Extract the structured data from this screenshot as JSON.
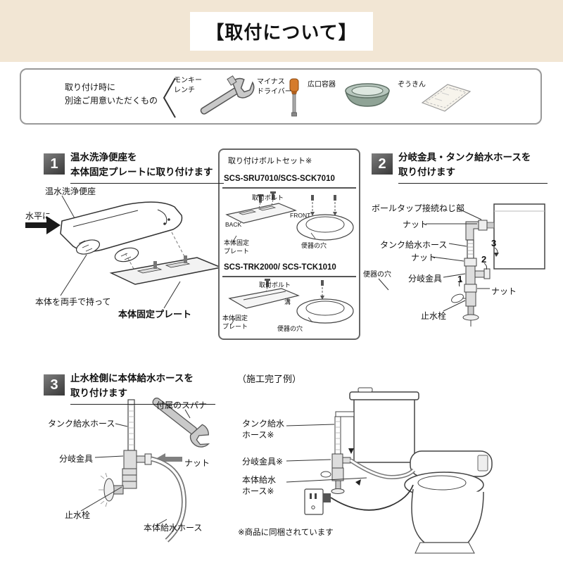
{
  "header": {
    "title": "【取付について】"
  },
  "tools": {
    "intro": "取り付け時に\n別途ご用意いただくもの",
    "items": [
      {
        "label": "モンキー\nレンチ"
      },
      {
        "label": "マイナス\nドライバー"
      },
      {
        "label": "広口容器"
      },
      {
        "label": "ぞうきん"
      }
    ]
  },
  "steps": {
    "step1": {
      "number": "1",
      "title": "温水洗浄便座を\n本体固定プレートに取り付けます",
      "labels": {
        "seat": "温水洗浄便座",
        "level": "水平に",
        "hold": "本体を両手で持って",
        "plate": "本体固定プレート"
      },
      "bolt_box": {
        "title": "取り付けボルトセット※",
        "set1": {
          "model": "SCS-SRU7010/SCS-SCK7010",
          "bolt": "取付ボルト",
          "front": "FRONT",
          "back": "BACK",
          "plate": "本体固定\nプレート",
          "hole": "便器の穴"
        },
        "set2": {
          "model": "SCS-TRK2000/ SCS-TCK1010",
          "bolt": "取付ボルト",
          "groove": "溝",
          "plate": "本体固定\nプレート",
          "hole": "便器の穴"
        }
      }
    },
    "step2": {
      "number": "2",
      "title": "分岐金具・タンク給水ホースを\n取り付けます",
      "labels": {
        "ball_tap": "ボールタップ接続ねじ部",
        "nut_top": "ナット",
        "tank_hose": "タンク給水ホース",
        "nut_mid": "ナット",
        "branch": "分岐金具",
        "bowl_hole": "便器の穴",
        "nut_bottom": "ナット",
        "stop_valve": "止水栓",
        "order1": "1",
        "order2": "2",
        "order3": "3"
      }
    },
    "step3": {
      "number": "3",
      "title": "止水栓側に本体給水ホースを\n取り付けます",
      "labels": {
        "spanner": "付属のスパナ",
        "tank_hose": "タンク給水ホース",
        "branch": "分岐金具",
        "nut": "ナット",
        "stop_valve": "止水栓",
        "body_hose": "本体給水ホース"
      }
    }
  },
  "completed": {
    "title": "（施工完了例）",
    "labels": {
      "tank_hose": "タンク給水\nホース※",
      "branch": "分岐金具※",
      "body_hose": "本体給水\nホース※"
    },
    "note": "※商品に同梱されています"
  }
}
